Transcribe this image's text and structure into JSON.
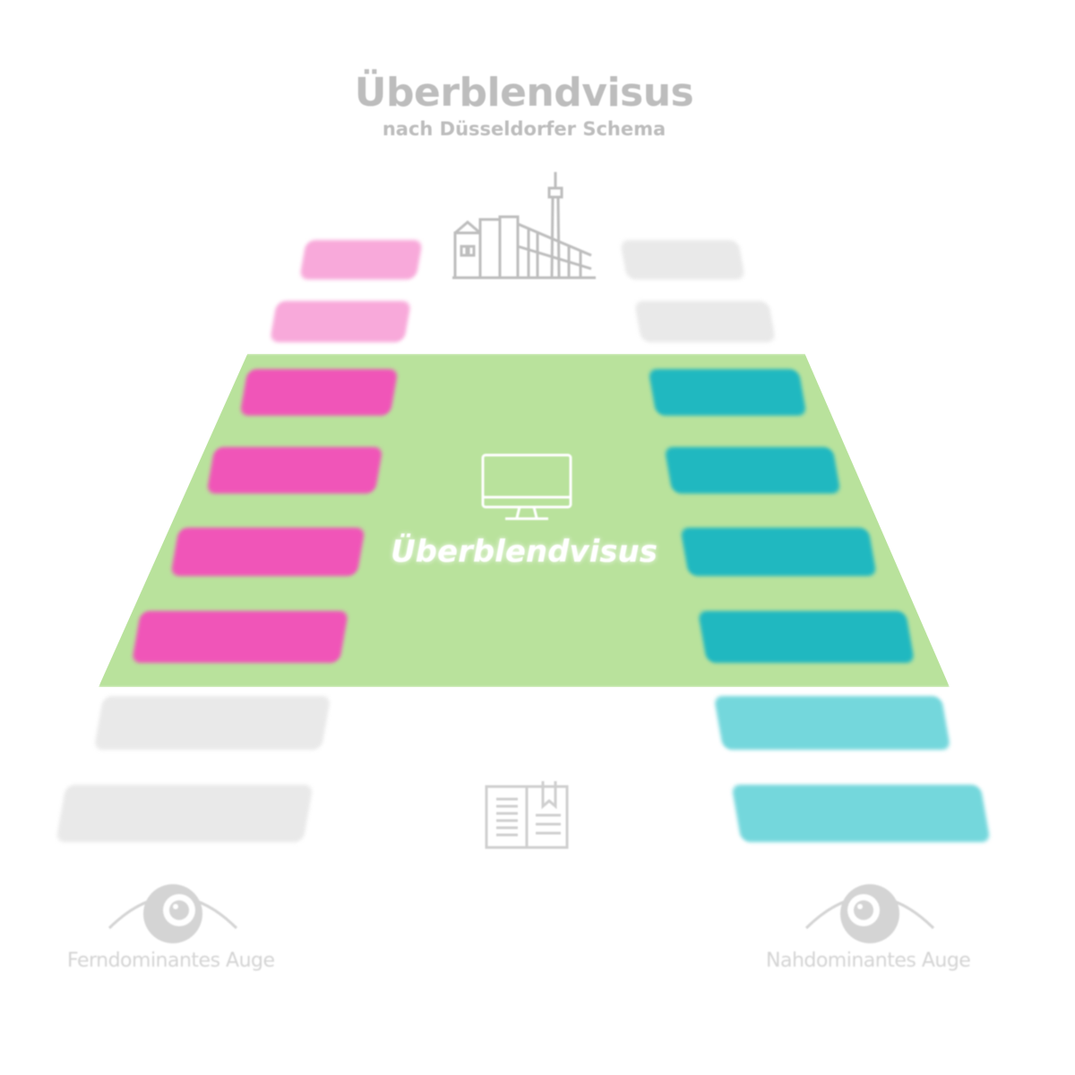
{
  "header": {
    "title": "Überblendvisus",
    "subtitle": "nach Düsseldorfer Schema"
  },
  "center": {
    "label": "Überblendvisus",
    "icon": "monitor-icon",
    "color": "#b9e29c"
  },
  "top_icon": "duesseldorf-skyline-icon",
  "bottom_icon": "book-icon",
  "eyes": {
    "left": {
      "label": "Ferndominantes Auge",
      "icon": "eye-icon"
    },
    "right": {
      "label": "Nahdominantes Auge",
      "icon": "eye-icon"
    }
  },
  "colors": {
    "magenta": "#f055b8",
    "magenta_light": "#f8a9da",
    "cyan": "#20b8c0",
    "cyan_light": "#74d7dc",
    "gray": "#e9e9e9"
  }
}
